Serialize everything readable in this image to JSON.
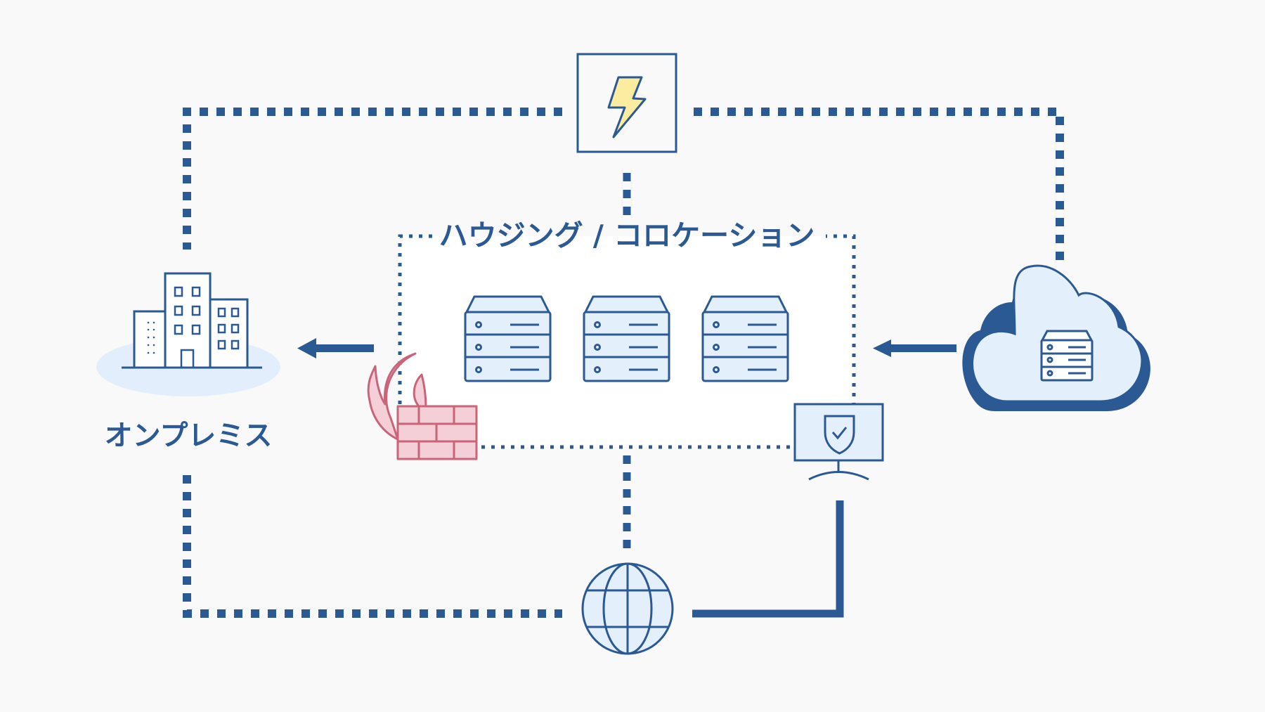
{
  "colors": {
    "background": "#f9f9f9",
    "primary": "#2a5993",
    "light_fill": "#e4effc",
    "white": "#ffffff",
    "firewall_stroke": "#c96479",
    "firewall_fill": "#f5cfd8",
    "bolt_fill": "#fbeca0",
    "ground_ellipse": "#e2eefb"
  },
  "diagram": {
    "title": "ハウジング / コロケーション",
    "nodes": {
      "onpremise": {
        "label": "オンプレミス",
        "icon": "office-buildings-icon"
      },
      "power": {
        "icon": "lightning-bolt-icon"
      },
      "colocation": {
        "label": "ハウジング / コロケーション",
        "servers": 3
      },
      "firewall": {
        "icon": "firewall-icon"
      },
      "security_monitor": {
        "icon": "shield-check-monitor-icon"
      },
      "cloud": {
        "icon": "cloud-server-icon"
      },
      "internet": {
        "icon": "globe-icon"
      }
    },
    "edges": [
      {
        "from": "power",
        "to": "onpremise",
        "style": "dotted"
      },
      {
        "from": "power",
        "to": "cloud",
        "style": "dotted"
      },
      {
        "from": "power",
        "to": "colocation",
        "style": "dotted"
      },
      {
        "from": "colocation",
        "to": "onpremise",
        "style": "arrow"
      },
      {
        "from": "cloud",
        "to": "colocation",
        "style": "arrow"
      },
      {
        "from": "onpremise",
        "to": "internet",
        "style": "dotted"
      },
      {
        "from": "colocation",
        "to": "internet",
        "style": "dotted"
      },
      {
        "from": "internet",
        "to": "security_monitor",
        "style": "solid"
      }
    ]
  }
}
